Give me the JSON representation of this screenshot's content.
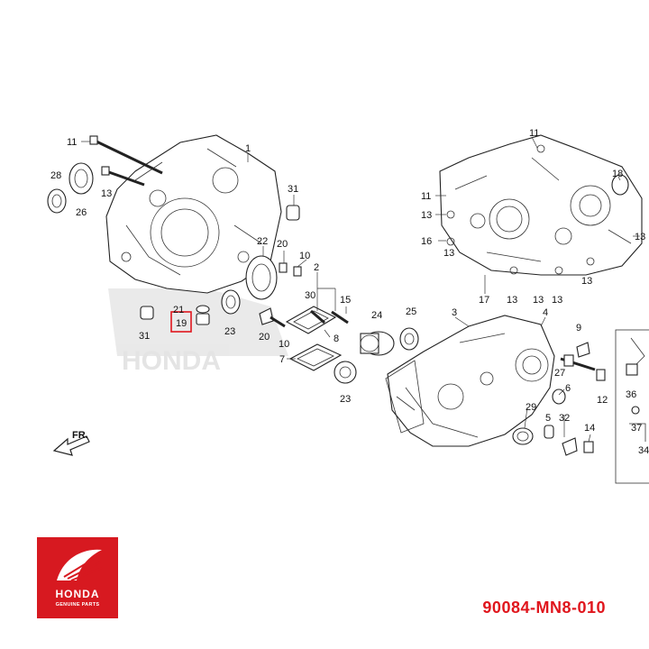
{
  "callouts": {
    "c1": "1",
    "c2": "2",
    "c3": "3",
    "c4": "4",
    "c5": "5",
    "c6": "6",
    "c7": "7",
    "c8": "8",
    "c9": "9",
    "c10": "10",
    "c11": "11",
    "c12": "12",
    "c13": "13",
    "c14": "14",
    "c15": "15",
    "c16": "16",
    "c17": "17",
    "c18": "18",
    "c19": "19",
    "c20": "20",
    "c21": "21",
    "c22": "22",
    "c23": "23",
    "c24": "24",
    "c25": "25",
    "c26": "26",
    "c27": "27",
    "c28": "28",
    "c29": "29",
    "c30": "30",
    "c31": "31",
    "c32": "32",
    "c34": "34",
    "c36": "36",
    "c37": "37"
  },
  "direction_label": "FR.",
  "logo": {
    "wordmark": "HONDA",
    "tagline": "GENUINE PARTS"
  },
  "part_number": "90084-MN8-010",
  "colors": {
    "highlight": "#e0161d",
    "brand": "#d71920",
    "watermark": "#cfcfcf"
  }
}
